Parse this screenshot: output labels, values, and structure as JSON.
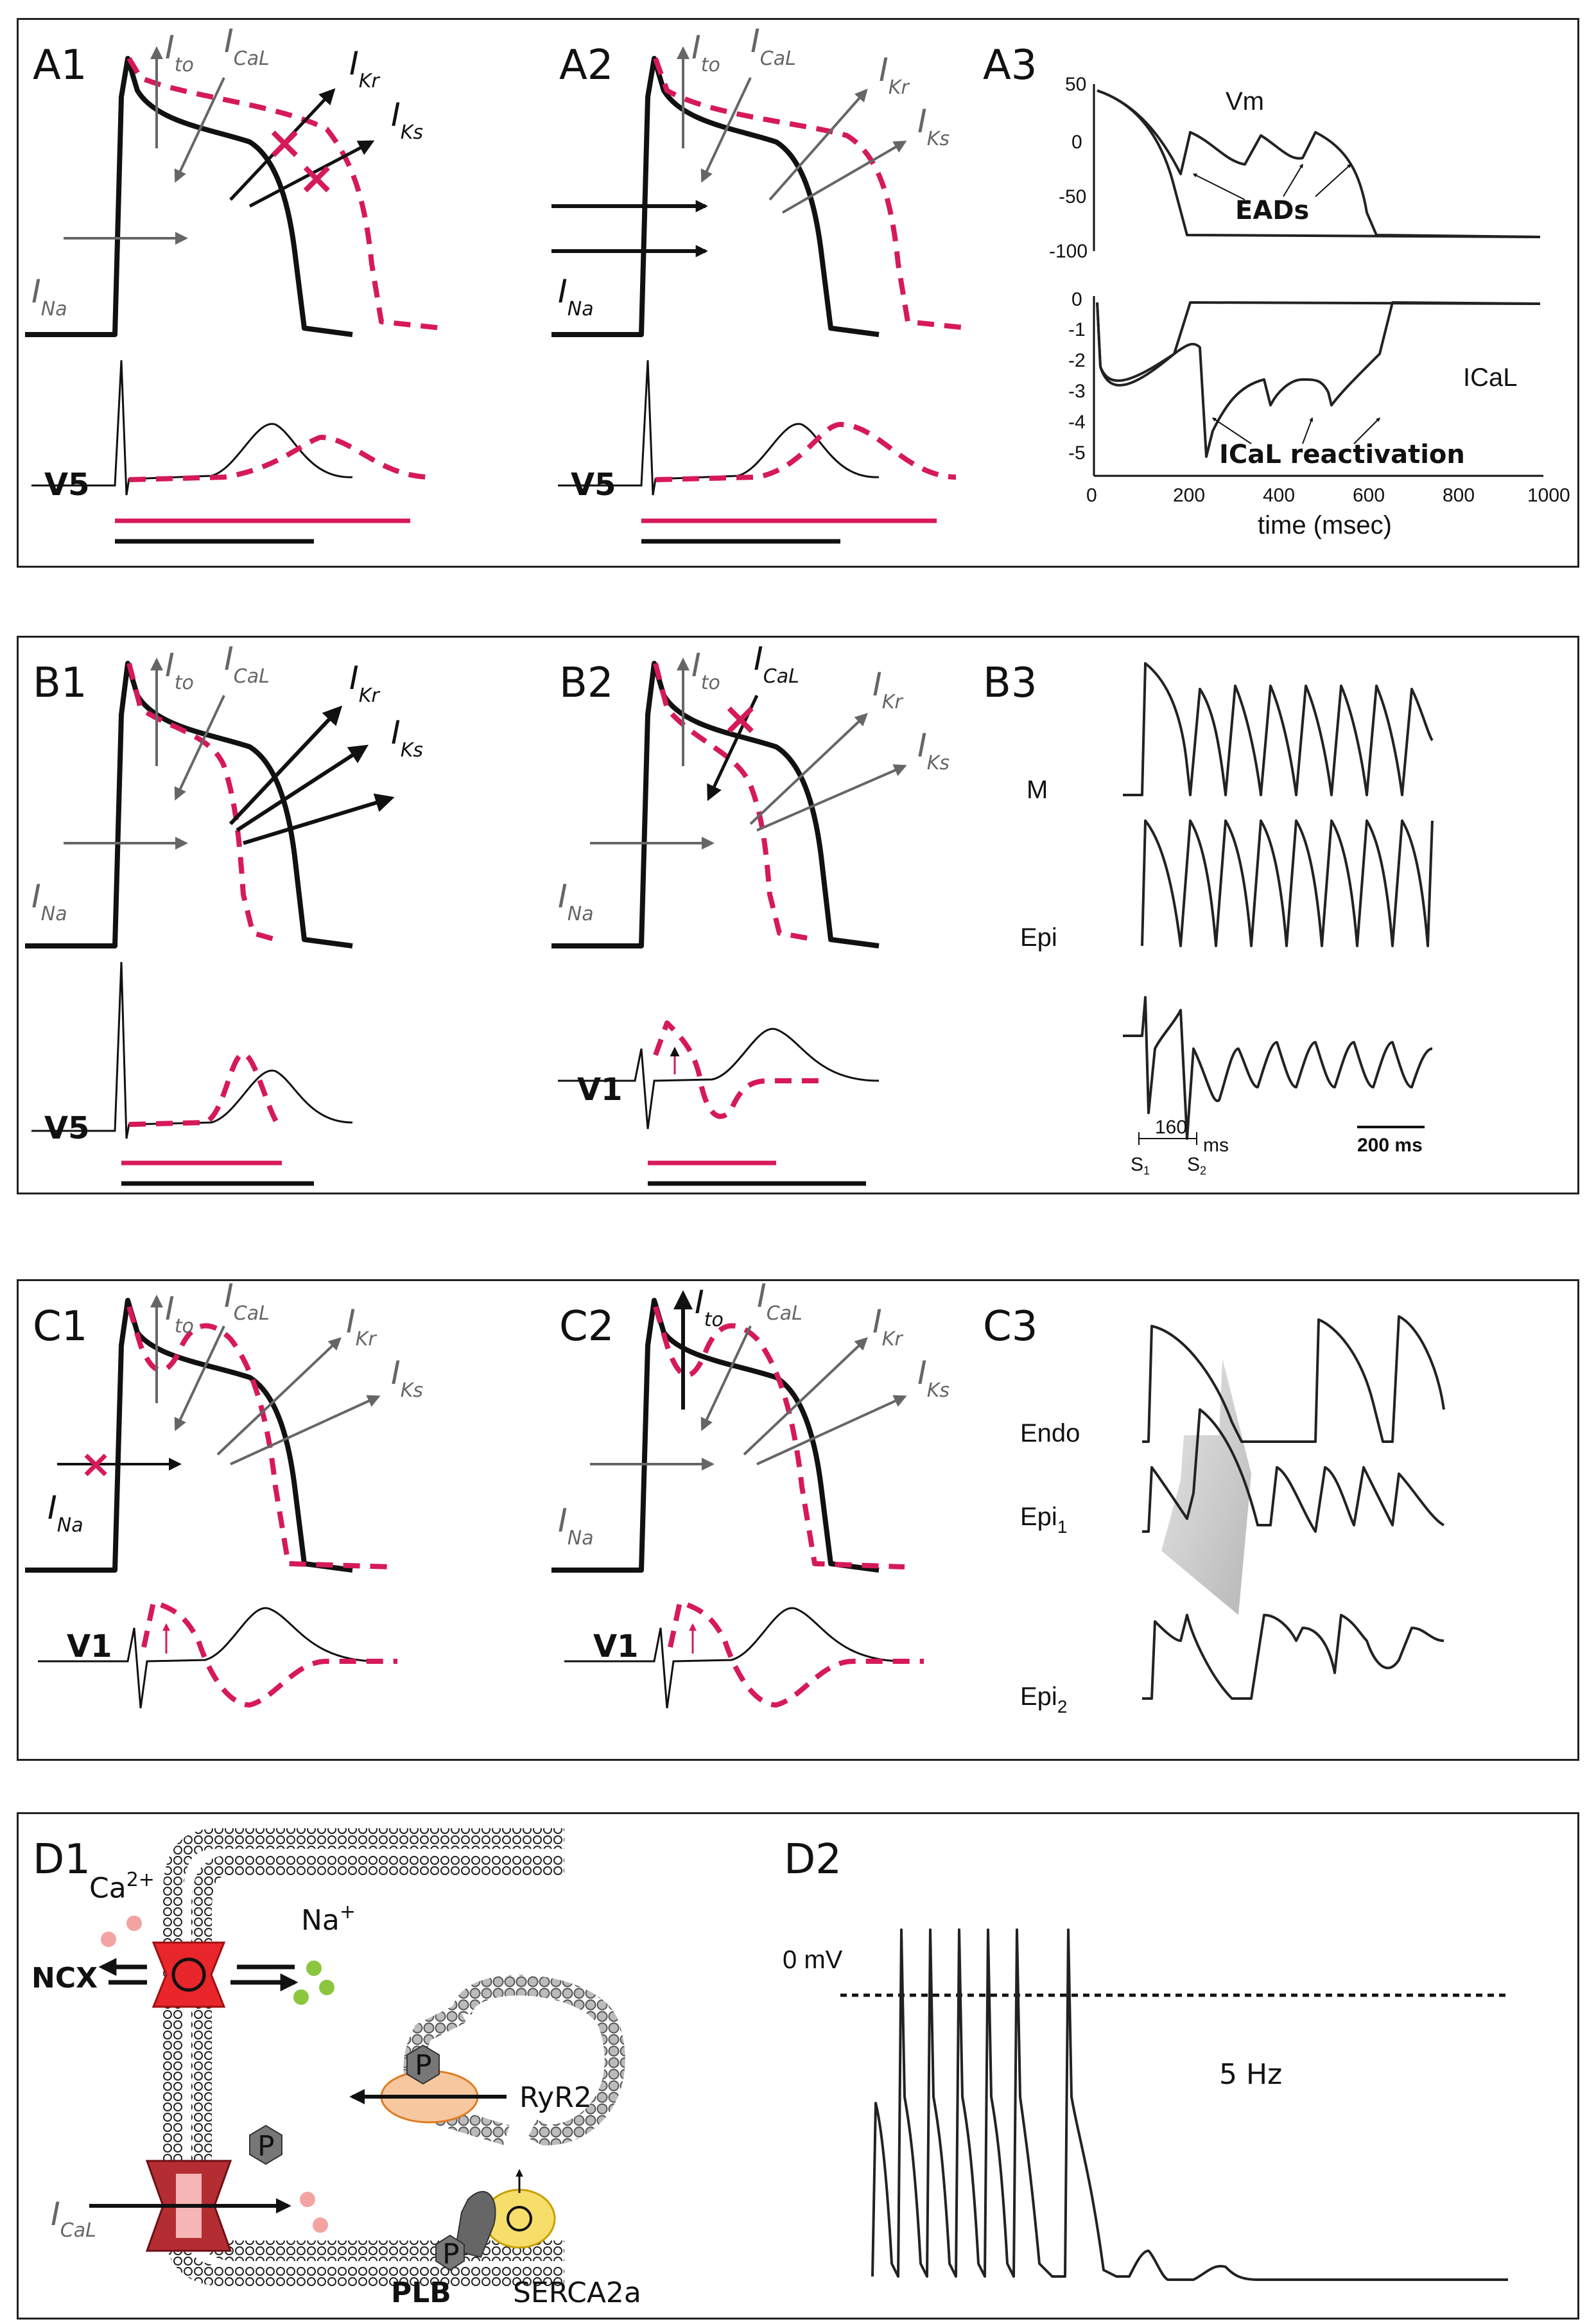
{
  "panels": {
    "A": {
      "a1": {
        "label": "A1",
        "currents": [
          "I",
          "to",
          "I",
          "CaL",
          "I",
          "Kr",
          "I",
          "Ks",
          "I",
          "Na"
        ],
        "lead": "V5"
      },
      "a2": {
        "label": "A2",
        "currents": [
          "I",
          "to",
          "I",
          "CaL",
          "I",
          "Kr",
          "I",
          "Ks",
          "I",
          "Na"
        ],
        "lead": "V5"
      },
      "a3": {
        "label": "A3",
        "vm": "Vm",
        "eads": "EADs",
        "ical": "ICaL",
        "reactivation": "ICaL reactivation",
        "xlabel": "time (msec)",
        "vticks": [
          "50",
          "0",
          "-50",
          "-100"
        ],
        "iticks": [
          "0",
          "-1",
          "-2",
          "-3",
          "-4",
          "-5"
        ],
        "xticks": [
          "0",
          "200",
          "400",
          "600",
          "800",
          "1000"
        ]
      }
    },
    "B": {
      "b1": {
        "label": "B1",
        "currents": [
          "I",
          "to",
          "I",
          "CaL",
          "I",
          "Kr",
          "I",
          "Ks",
          "I",
          "Na"
        ],
        "lead": "V5"
      },
      "b2": {
        "label": "B2",
        "currents": [
          "I",
          "to",
          "I",
          "CaL",
          "I",
          "Kr",
          "I",
          "Ks",
          "I",
          "Na"
        ],
        "lead": "V1"
      },
      "b3": {
        "label": "B3",
        "m": "M",
        "epi": "Epi",
        "scale": "200 ms",
        "interval": "160",
        "ms": "ms",
        "s1": "S",
        "s2": "S",
        "s1sub": "1",
        "s2sub": "2"
      }
    },
    "C": {
      "c1": {
        "label": "C1",
        "currents": [
          "I",
          "to",
          "I",
          "CaL",
          "I",
          "Kr",
          "I",
          "Ks",
          "I",
          "Na"
        ],
        "lead": "V1"
      },
      "c2": {
        "label": "C2",
        "currents": [
          "I",
          "to",
          "I",
          "CaL",
          "I",
          "Kr",
          "I",
          "Ks",
          "I",
          "Na"
        ],
        "lead": "V1"
      },
      "c3": {
        "label": "C3",
        "endo": "Endo",
        "epi1": "Epi",
        "epi1sub": "1",
        "epi2": "Epi",
        "epi2sub": "2"
      }
    },
    "D": {
      "d1": {
        "label": "D1",
        "ca": "Ca",
        "ca_sup": "2+",
        "na": "Na",
        "na_sup": "+",
        "ncx": "NCX",
        "ical": "I",
        "ical_sub": "CaL",
        "ryr2": "RyR2",
        "plb": "PLB",
        "serca": "SERCA2a",
        "p": "P"
      },
      "d2": {
        "label": "D2",
        "zero": "0 mV",
        "freq": "5 Hz"
      }
    }
  },
  "colors": {
    "red": "#d6195a",
    "black": "#111111",
    "gray": "#666666"
  }
}
